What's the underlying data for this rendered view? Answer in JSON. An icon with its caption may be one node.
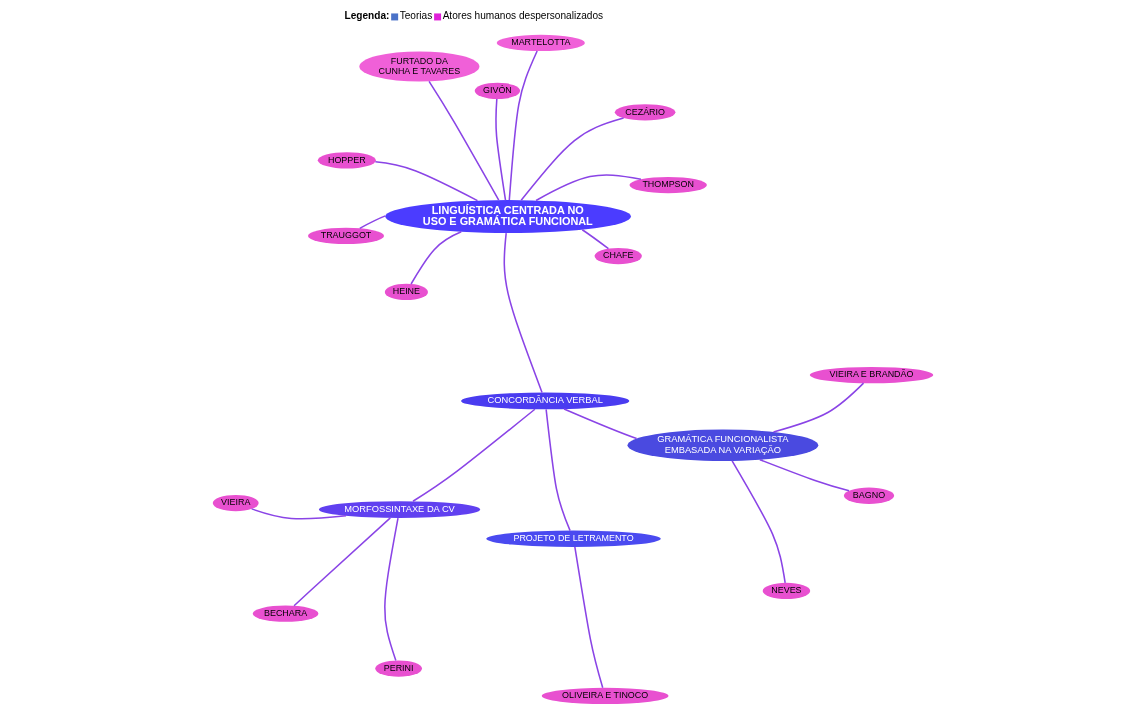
{
  "diagram": {
    "nodes": [
      {
        "text": [
          "LINGUÍSTICA CENTRADA NO USO E GRAMÁTICA FUNCIONAL"
        ]
      },
      {
        "text": [
          "CONCORDÂNCIA VERBAL"
        ]
      },
      {
        "text": [
          "PROJETO DE LETRAMENTO"
        ]
      },
      {
        "text": [
          "OLIVEIRA E TINOCO"
        ]
      },
      {
        "text": [
          "MORFOSSINTAXE DA CV"
        ]
      },
      {
        "text": [
          "BECHARA"
        ]
      },
      {
        "text": [
          "PERINI"
        ]
      },
      {
        "text": [
          "VIEIRA"
        ]
      },
      {
        "text": [
          "GRAMÁTICA FUNCIONALISTA EMBASADA NA VARIAÇÃO"
        ]
      },
      {
        "text": [
          "NEVES"
        ]
      },
      {
        "text": [
          "BAGNO"
        ]
      },
      {
        "text": [
          "VIEIRA E BRANDÃO"
        ]
      },
      {
        "text": [
          "CHAFE"
        ]
      },
      {
        "text": [
          "CEZÁRIO"
        ]
      },
      {
        "text": [
          "THOMPSON"
        ]
      },
      {
        "text": [
          "FURTADO DA CUNHA E TAVARES"
        ]
      },
      {
        "text": [
          "GIVÓN"
        ]
      },
      {
        "text": [
          "HOPPER"
        ]
      },
      {
        "text": [
          "MARTELOTTA"
        ]
      },
      {
        "text": [
          "HEINE"
        ]
      },
      {
        "text": [
          "TRAUGGOT"
        ]
      }
    ],
    "edges": [
      {
        "from": 1,
        "to": 0,
        "arrow": "none"
      },
      {
        "from": 1,
        "to": 2,
        "arrow": "none"
      },
      {
        "from": 2,
        "to": 3,
        "arrow": "none"
      },
      {
        "from": 1,
        "to": 4,
        "arrow": "none"
      },
      {
        "from": 4,
        "to": 5,
        "arrow": "none"
      },
      {
        "from": 4,
        "to": 6,
        "arrow": "none"
      },
      {
        "from": 4,
        "to": 7,
        "arrow": "none"
      },
      {
        "from": 1,
        "to": 8,
        "arrow": "none"
      },
      {
        "from": 8,
        "to": 9,
        "arrow": "none"
      },
      {
        "from": 8,
        "to": 10,
        "arrow": "none"
      },
      {
        "from": 8,
        "to": 11,
        "arrow": "none"
      },
      {
        "from": 0,
        "to": 12,
        "arrow": "none"
      },
      {
        "from": 0,
        "to": 13,
        "arrow": "none"
      },
      {
        "from": 0,
        "to": 14,
        "arrow": "none"
      },
      {
        "from": 0,
        "to": 15,
        "arrow": "none"
      },
      {
        "from": 0,
        "to": 16,
        "arrow": "none"
      },
      {
        "from": 0,
        "to": 17,
        "arrow": "none"
      },
      {
        "from": 0,
        "to": 18,
        "arrow": "none"
      },
      {
        "from": 0,
        "to": 19,
        "arrow": "none"
      },
      {
        "from": 0,
        "to": 20,
        "arrow": "none"
      }
    ],
    "labels": [
      "Legenda:"
    ],
    "legend": [
      {
        "text": "Teorias",
        "color": "#4a72c8"
      },
      {
        "text": "Atores humanos despersonalizados",
        "color": "#e020d8"
      }
    ]
  }
}
